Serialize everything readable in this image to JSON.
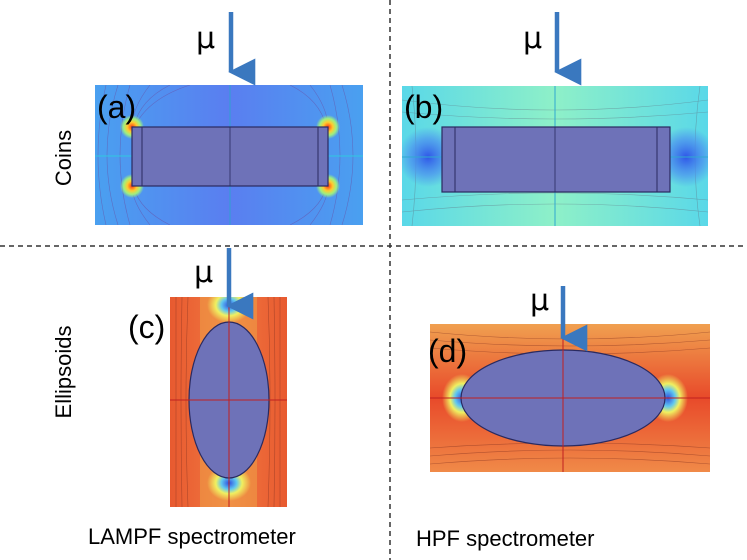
{
  "row_labels": {
    "top": "Coins",
    "bottom": "Ellipsoids"
  },
  "panel_labels": {
    "a": "(a)",
    "b": "(b)",
    "c": "(c)",
    "d": "(d)"
  },
  "arrow_symbol": "μ",
  "column_captions": {
    "left": "LAMPF spectrometer",
    "right": "HPF spectrometer"
  },
  "colors": {
    "arrow": "#3a78bf",
    "sample": "#6e72b8",
    "cool_field": "#5aa0e8",
    "teal_field": "#7fe0d0",
    "warm_field": "#e8603a",
    "divider": "#333333"
  }
}
